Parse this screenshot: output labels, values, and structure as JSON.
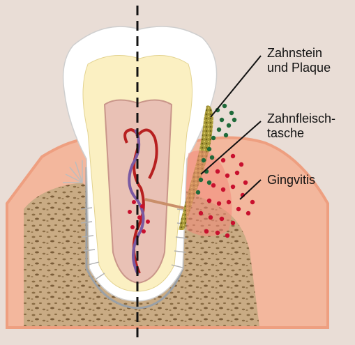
{
  "labels": {
    "tartar": "Zahnstein\nund Plaque",
    "pocket": "Zahnfleisch-\ntasche",
    "gingivitis": "Gingvitis"
  },
  "colors": {
    "background": "#e9ddd6",
    "gum": "#f3b79d",
    "gum_edge": "#ee9f80",
    "bone": "#c9ab84",
    "enamel": "#ffffff",
    "dentin": "#fbf0c2",
    "pulp": "#e9c1b5",
    "artery": "#b72020",
    "vein": "#7a5aa2",
    "plaque": "#a99a3a",
    "bacteria_green": "#1f6a3a",
    "inflammation_red": "#c8102e"
  }
}
